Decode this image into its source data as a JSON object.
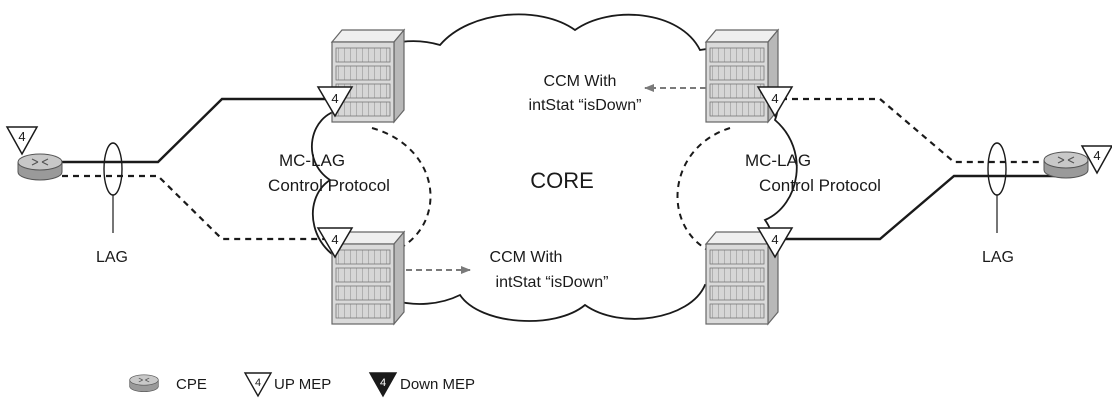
{
  "core_label": "CORE",
  "mc_lag_left": {
    "line1": "MC-LAG",
    "line2": "Control Protocol"
  },
  "mc_lag_right": {
    "line1": "MC-LAG",
    "line2": "Control Protocol"
  },
  "ccm_top": {
    "line1": "CCM With",
    "line2": "intStat “isDown”"
  },
  "ccm_bottom": {
    "line1": "CCM With",
    "line2": "intStat “isDown”"
  },
  "lag_left": "LAG",
  "lag_right": "LAG",
  "mep_number": "4",
  "legend": {
    "cpe": "CPE",
    "up_mep": "UP MEP",
    "down_mep": "Down MEP"
  },
  "colors": {
    "line": "#1a1a1a",
    "ccm_arrow": "#7a7a7a",
    "device_fill": "#d0d0d0",
    "device_dark": "#9a9a9a"
  }
}
